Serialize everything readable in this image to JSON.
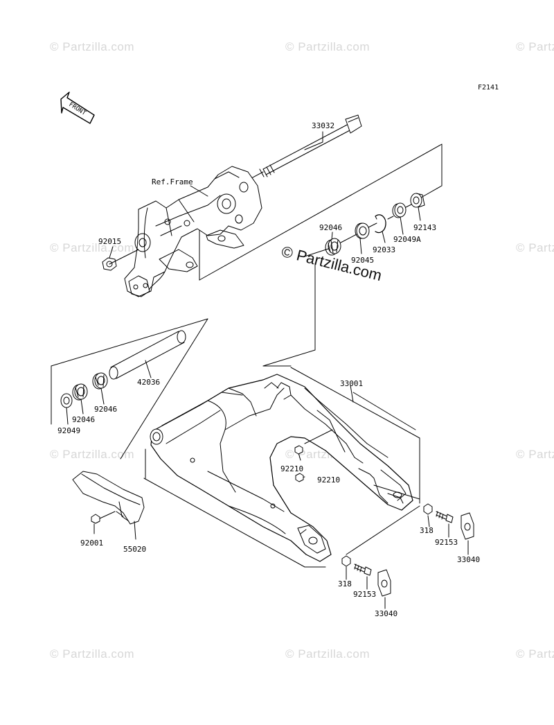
{
  "figure_id": "F2141",
  "front_arrow": {
    "label": "FRONT",
    "icon": "front-arrow-icon"
  },
  "ref_frame_label": "Ref.Frame",
  "watermark": {
    "small": "© Partzilla.com",
    "large": "© Partzilla.com"
  },
  "parts": {
    "p33032": "33032",
    "p92015": "92015",
    "p92046_top": "92046",
    "p92045": "92045",
    "p92033": "92033",
    "p92049A": "92049A",
    "p92143": "92143",
    "p42036": "42036",
    "p92046_a": "92046",
    "p92046_b": "92046",
    "p92049": "92049",
    "p33001": "33001",
    "p92210_a": "92210",
    "p92210_b": "92210",
    "p92001": "92001",
    "p55020": "55020",
    "p318_a": "318",
    "p92153_a": "92153",
    "p33040_a": "33040",
    "p318_b": "318",
    "p92153_b": "92153",
    "p33040_b": "33040"
  },
  "colors": {
    "line": "#000000",
    "watermark": "#d7d7d7",
    "background": "#ffffff"
  }
}
